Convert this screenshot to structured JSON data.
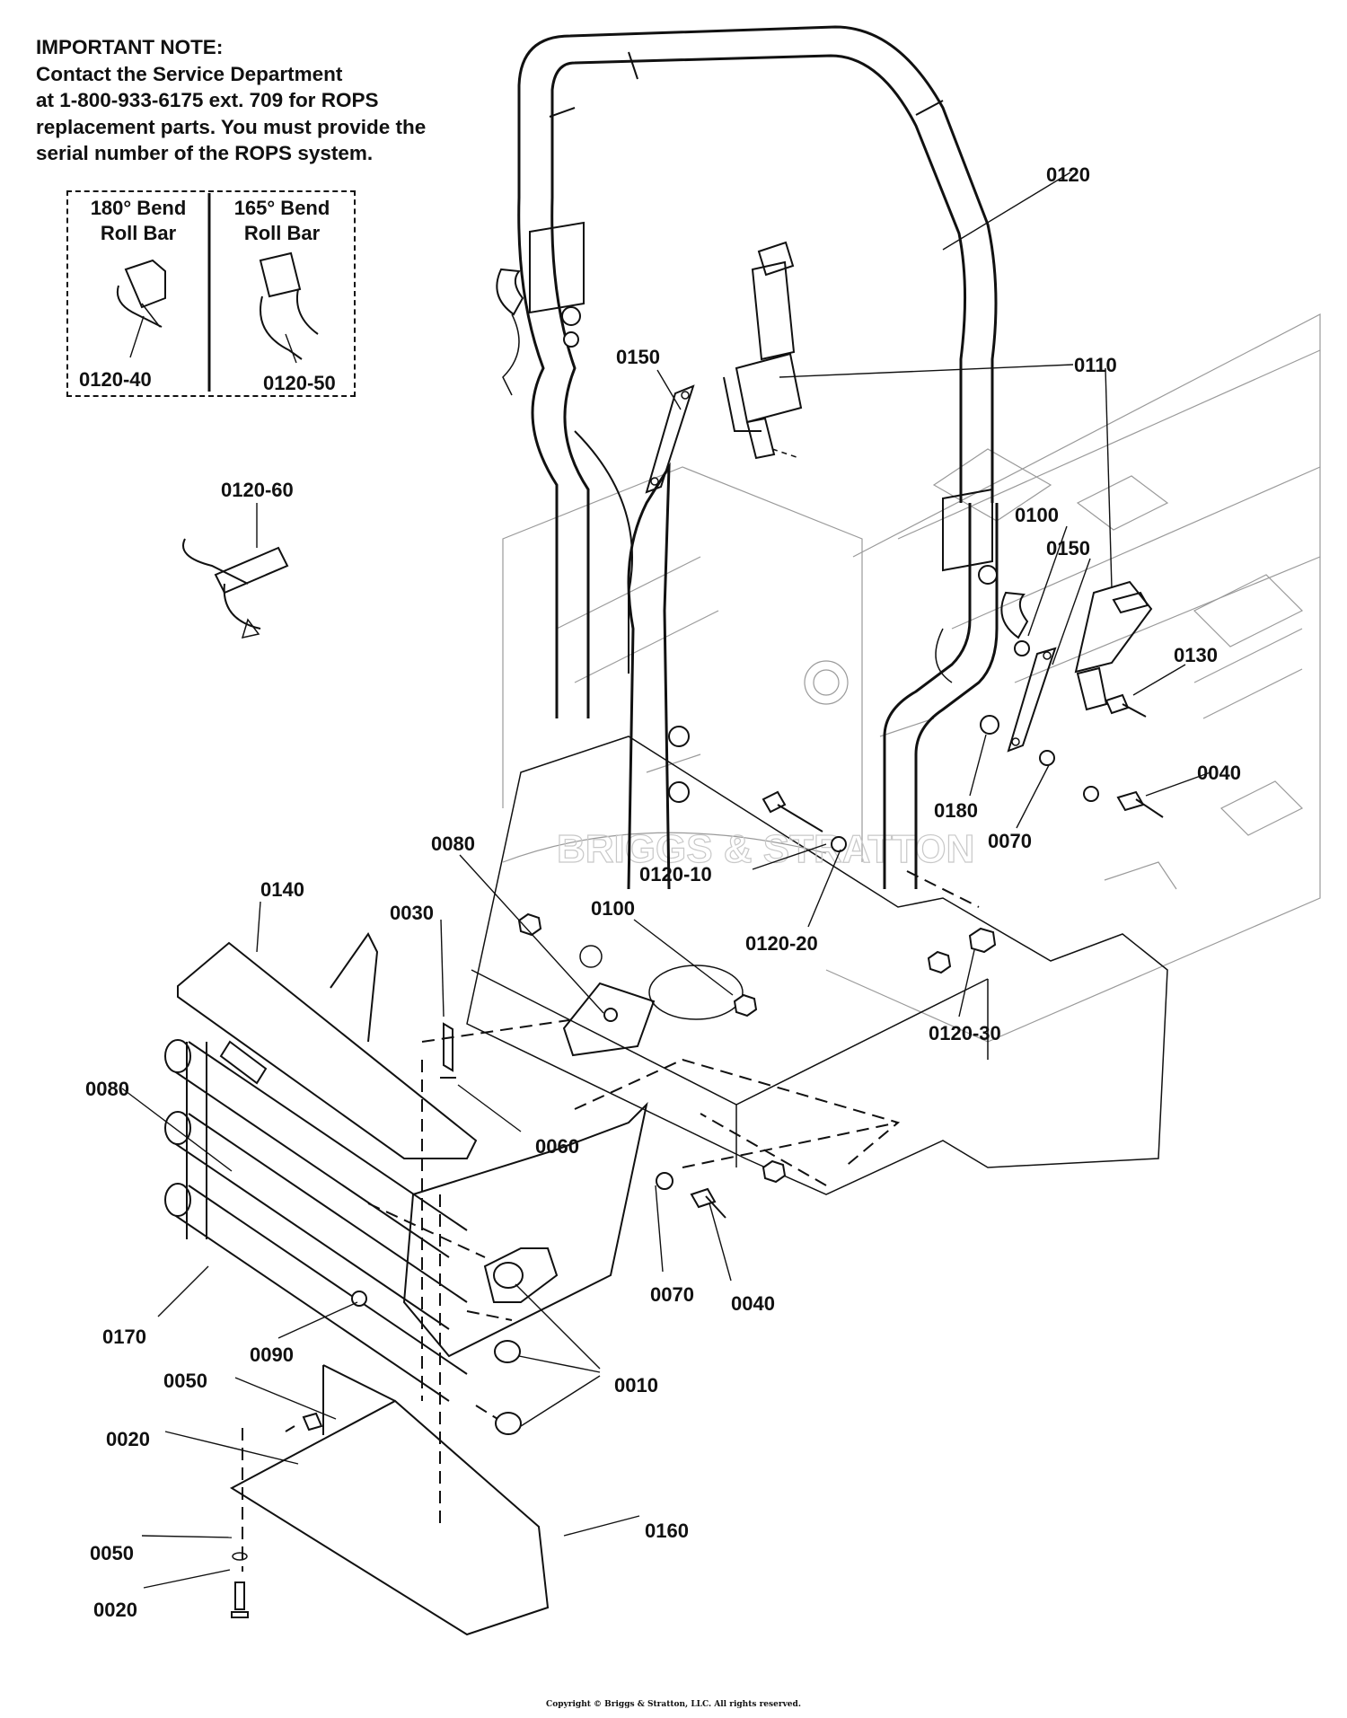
{
  "note": {
    "lines": [
      "IMPORTANT NOTE:",
      "Contact the Service Department",
      "at 1-800-933-6175 ext. 709 for ROPS",
      "replacement parts. You must provide the",
      "serial number of the ROPS system."
    ]
  },
  "inset": {
    "left_title_1": "180° Bend",
    "left_title_2": "Roll Bar",
    "right_title_1": "165° Bend",
    "right_title_2": "Roll Bar",
    "left_part": "0120-40",
    "right_part": "0120-50"
  },
  "callouts": [
    "0120",
    "0110",
    "0150",
    "0120-60",
    "0100",
    "0150",
    "0130",
    "0040",
    "0180",
    "0070",
    "0120-10",
    "0080",
    "0100",
    "0120-20",
    "0120-30",
    "0140",
    "0030",
    "0080",
    "0060",
    "0070",
    "0040",
    "0170",
    "0090",
    "0010",
    "0050",
    "0020",
    "0160",
    "0050",
    "0020"
  ],
  "watermark": "BRIGGS & STRATTON",
  "copyright": "Copyright © Briggs & Stratton, LLC. All rights reserved."
}
